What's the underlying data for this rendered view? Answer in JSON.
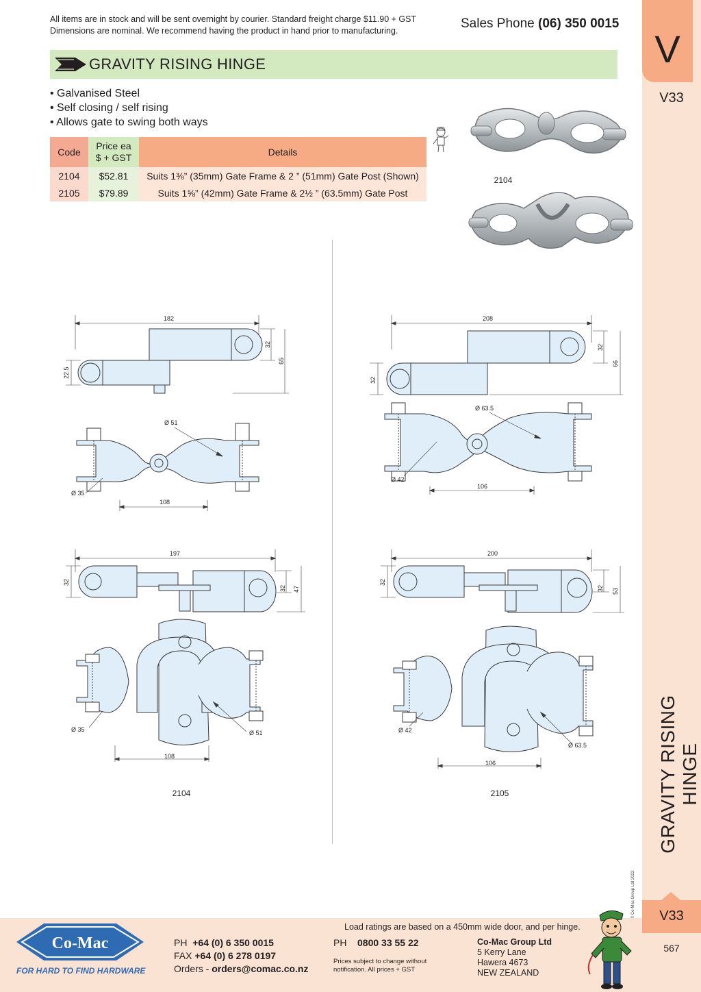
{
  "header": {
    "notice_line1": "All items are in stock and will be sent overnight by courier. Standard freight charge $11.90 + GST",
    "notice_line2": "Dimensions are nominal. We recommend having the product in hand prior to manufacturing.",
    "sales_label": "Sales Phone",
    "sales_number": "(06) 350 0015"
  },
  "side": {
    "section_letter": "V",
    "section_code": "V33",
    "vertical_title": "GRAVITY RISING HINGE",
    "copyright": "© Co-Mac Group Ltd 2022",
    "page_number": "567"
  },
  "title": "GRAVITY RISING HINGE",
  "features": [
    "• Galvanised Steel",
    "• Self closing / self rising",
    "• Allows gate to swing both ways"
  ],
  "table": {
    "headers": {
      "code": "Code",
      "price_line1": "Price ea",
      "price_line2": "$ + GST",
      "details": "Details"
    },
    "rows": [
      {
        "code": "2104",
        "price": "$52.81",
        "details": "Suits 1⅜” (35mm) Gate Frame & 2 ” (51mm) Gate Post (Shown)"
      },
      {
        "code": "2105",
        "price": "$79.89",
        "details": "Suits 1⅝” (42mm) Gate Frame & 2½ ” (63.5mm) Gate Post"
      }
    ]
  },
  "photos": {
    "caption": "2104"
  },
  "drawings": {
    "left": {
      "label": "2104",
      "side_width": "182",
      "side_h1": "32",
      "side_h2": "65",
      "side_left_h": "22.5",
      "top_dia_big": "Ø 51",
      "top_dia_small": "Ø 35",
      "top_span": "108",
      "alt_width": "197",
      "alt_left_h": "32",
      "alt_h1": "32",
      "alt_h2": "47",
      "plan_dia_small": "Ø 35",
      "plan_dia_big": "Ø 51",
      "plan_span": "108"
    },
    "right": {
      "label": "2105",
      "side_width": "208",
      "side_h1": "32",
      "side_h2": "66",
      "side_left_h": "32",
      "top_dia_big": "Ø 63.5",
      "top_dia_small": "Ø 42",
      "top_span": "106",
      "alt_width": "200",
      "alt_left_h": "32",
      "alt_h1": "32",
      "alt_h2": "53",
      "plan_dia_small": "Ø 42",
      "plan_dia_big": "Ø 63.5",
      "plan_span": "106"
    }
  },
  "footer": {
    "brand": "Co-Mac",
    "tagline": "FOR HARD TO FIND HARDWARE",
    "load_note": "Load ratings are based on a 450mm wide door, and per hinge.",
    "ph_label": "PH",
    "ph": "+64 (0) 6 350 0015",
    "fax_label": "FAX",
    "fax": "+64 (0) 6 278 0197",
    "orders_label": "Orders -",
    "orders": "orders@comac.co.nz",
    "ph2_label": "PH",
    "ph2": "0800 33 55 22",
    "price_note": "Prices subject to change without notification. All prices + GST",
    "company_name": "Co-Mac Group Ltd",
    "address1": "5 Kerry Lane",
    "address2": "Hawera 4673",
    "address3": "NEW ZEALAND"
  },
  "colors": {
    "title_green": "#d3e9bf",
    "tab_orange": "#f7ab84",
    "strip_peach": "#fbe3d3",
    "brand_blue": "#2e6bb3"
  }
}
